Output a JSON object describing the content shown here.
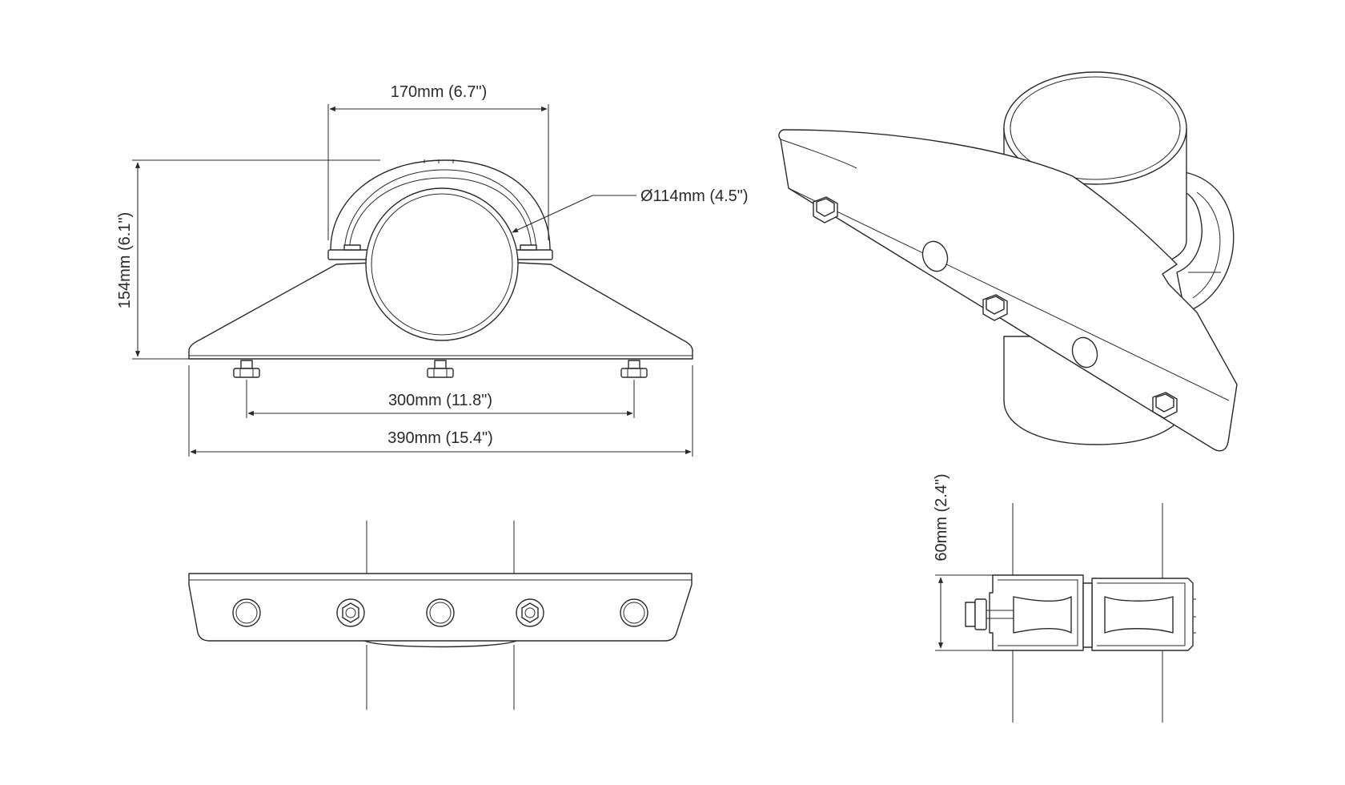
{
  "dimensions": {
    "clamp_width": "170mm (6.7\")",
    "pipe_diameter": "Ø114mm (4.5\")",
    "height": "154mm (6.1\")",
    "bolt_spacing": "300mm (11.8\")",
    "base_width": "390mm (15.4\")",
    "side_depth": "60mm (2.4\")"
  },
  "colors": {
    "line": "#2a2a2a",
    "background": "#ffffff"
  }
}
